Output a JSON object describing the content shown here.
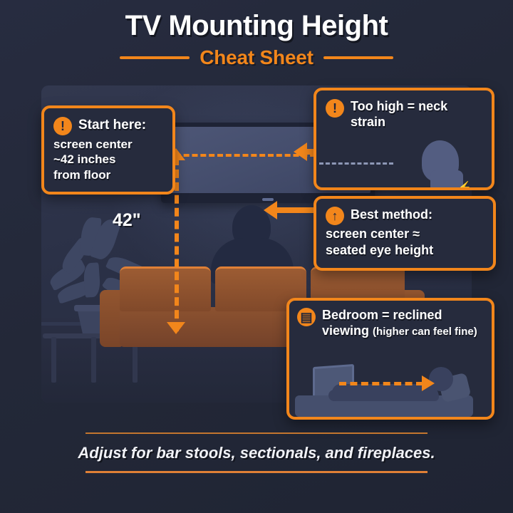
{
  "header": {
    "title": "TV Mounting Height",
    "subtitle": "Cheat Sheet"
  },
  "scene": {
    "dimension_label": "42\"",
    "tv_label": "tv-screen",
    "viewer_label": "seated-viewer-silhouette"
  },
  "callouts": {
    "start": {
      "badge": "!",
      "line1": "Start here:",
      "line2": "screen center",
      "line3": "~42 inches",
      "line4": "from floor"
    },
    "too_high": {
      "badge": "!",
      "line1": "Too high = neck",
      "line2": "strain"
    },
    "best_method": {
      "badge": "↑",
      "line1": "Best method:",
      "line2": "screen center ≈",
      "line3": "seated eye height"
    },
    "bedroom": {
      "badge": "▤",
      "line1": "Bedroom = reclined",
      "line2": "viewing",
      "line2_paren": "(higher can feel fine)"
    }
  },
  "footer": {
    "text": "Adjust for bar stools, sectionals, and fireplaces."
  },
  "colors": {
    "accent": "#f2861b",
    "background": "#252a3d",
    "panel": "#2b3147",
    "couch": "#8c5230",
    "text": "#ffffff"
  }
}
